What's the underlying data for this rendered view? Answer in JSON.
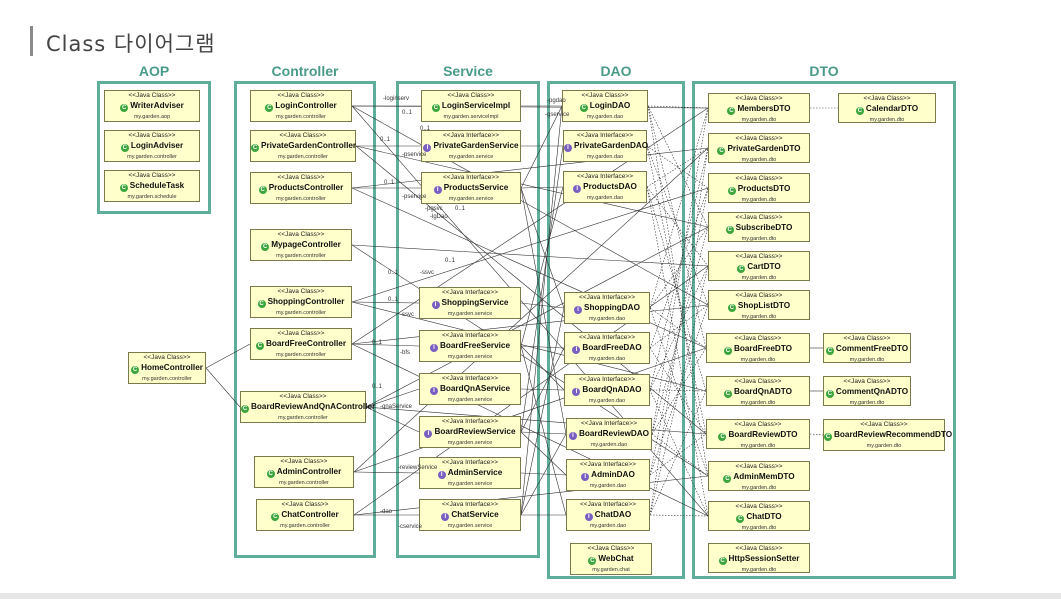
{
  "title": "Class 다이어그램",
  "packages": {
    "aop": "AOP",
    "controller": "Controller",
    "service": "Service",
    "dao": "DAO",
    "dto": "DTO"
  },
  "colors": {
    "package_border": "#5fae9b",
    "class_fill": "#ffffcc",
    "class_icon": "#3ca53c",
    "interface_icon": "#7a5fc0"
  },
  "classes": [
    {
      "id": "writeradviser",
      "stereotype": "<<Java Class>>",
      "kind": "class",
      "name": "WriterAdviser",
      "package": "my.garden.aop"
    },
    {
      "id": "loginadviser",
      "stereotype": "<<Java Class>>",
      "kind": "class",
      "name": "LoginAdviser",
      "package": "my.garden.controller"
    },
    {
      "id": "scheduletask",
      "stereotype": "<<Java Class>>",
      "kind": "class",
      "name": "ScheduleTask",
      "package": "my.garden.schedule"
    },
    {
      "id": "logincontroller",
      "stereotype": "<<Java Class>>",
      "kind": "class",
      "name": "LoginController",
      "package": "my.garden.controller"
    },
    {
      "id": "privategardencontroller",
      "stereotype": "<<Java Class>>",
      "kind": "class",
      "name": "PrivateGardenController",
      "package": "my.garden.controller"
    },
    {
      "id": "productscontroller",
      "stereotype": "<<Java Class>>",
      "kind": "class",
      "name": "ProductsController",
      "package": "my.garden.controller"
    },
    {
      "id": "mypagecontroller",
      "stereotype": "<<Java Class>>",
      "kind": "class",
      "name": "MypageController",
      "package": "my.garden.controller"
    },
    {
      "id": "shoppingcontroller",
      "stereotype": "<<Java Class>>",
      "kind": "class",
      "name": "ShoppingController",
      "package": "my.garden.controller"
    },
    {
      "id": "boardfreecontroller",
      "stereotype": "<<Java Class>>",
      "kind": "class",
      "name": "BoardFreeController",
      "package": "my.garden.controller"
    },
    {
      "id": "homecontroller",
      "stereotype": "<<Java Class>>",
      "kind": "class",
      "name": "HomeController",
      "package": "my.garden.controller"
    },
    {
      "id": "boardreviewandqnacontroller",
      "stereotype": "<<Java Class>>",
      "kind": "class",
      "name": "BoardReviewAndQnAController",
      "package": "my.garden.controller"
    },
    {
      "id": "admincontroller",
      "stereotype": "<<Java Class>>",
      "kind": "class",
      "name": "AdminController",
      "package": "my.garden.controller"
    },
    {
      "id": "chatcontroller",
      "stereotype": "<<Java Class>>",
      "kind": "class",
      "name": "ChatController",
      "package": "my.garden.controller"
    },
    {
      "id": "loginserviceimpl",
      "stereotype": "<<Java Class>>",
      "kind": "class",
      "name": "LoginServiceImpl",
      "package": "my.garden.serviceImpl"
    },
    {
      "id": "privategardenservice",
      "stereotype": "<<Java Interface>>",
      "kind": "interface",
      "name": "PrivateGardenService",
      "package": "my.garden.service"
    },
    {
      "id": "productsservice",
      "stereotype": "<<Java Interface>>",
      "kind": "interface",
      "name": "ProductsService",
      "package": "my.garden.service"
    },
    {
      "id": "shoppingservice",
      "stereotype": "<<Java Interface>>",
      "kind": "interface",
      "name": "ShoppingService",
      "package": "my.garden.service"
    },
    {
      "id": "boardfreeservice",
      "stereotype": "<<Java Interface>>",
      "kind": "interface",
      "name": "BoardFreeService",
      "package": "my.garden.service"
    },
    {
      "id": "boardqnaservice",
      "stereotype": "<<Java Interface>>",
      "kind": "interface",
      "name": "BoardQnAService",
      "package": "my.garden.service"
    },
    {
      "id": "boardreviewservice",
      "stereotype": "<<Java Interface>>",
      "kind": "interface",
      "name": "BoardReviewService",
      "package": "my.garden.service"
    },
    {
      "id": "adminservice",
      "stereotype": "<<Java Interface>>",
      "kind": "interface",
      "name": "AdminService",
      "package": "my.garden.service"
    },
    {
      "id": "chatservice",
      "stereotype": "<<Java Interface>>",
      "kind": "interface",
      "name": "ChatService",
      "package": "my.garden.service"
    },
    {
      "id": "logindao",
      "stereotype": "<<Java Class>>",
      "kind": "class",
      "name": "LoginDAO",
      "package": "my.garden.dao"
    },
    {
      "id": "privategardendao",
      "stereotype": "<<Java Interface>>",
      "kind": "interface",
      "name": "PrivateGardenDAO",
      "package": "my.garden.dao"
    },
    {
      "id": "productsdao",
      "stereotype": "<<Java Interface>>",
      "kind": "interface",
      "name": "ProductsDAO",
      "package": "my.garden.dao"
    },
    {
      "id": "shoppingdao",
      "stereotype": "<<Java Interface>>",
      "kind": "interface",
      "name": "ShoppingDAO",
      "package": "my.garden.dao"
    },
    {
      "id": "boardfreedao",
      "stereotype": "<<Java Interface>>",
      "kind": "interface",
      "name": "BoardFreeDAO",
      "package": "my.garden.dao"
    },
    {
      "id": "boardqnadao",
      "stereotype": "<<Java Interface>>",
      "kind": "interface",
      "name": "BoardQnADAO",
      "package": "my.garden.dao"
    },
    {
      "id": "boardreviewdao",
      "stereotype": "<<Java Interface>>",
      "kind": "interface",
      "name": "BoardReviewDAO",
      "package": "my.garden.dao"
    },
    {
      "id": "admindao",
      "stereotype": "<<Java Interface>>",
      "kind": "interface",
      "name": "AdminDAO",
      "package": "my.garden.dao"
    },
    {
      "id": "chatdao",
      "stereotype": "<<Java Interface>>",
      "kind": "interface",
      "name": "ChatDAO",
      "package": "my.garden.dao"
    },
    {
      "id": "webchat",
      "stereotype": "<<Java Class>>",
      "kind": "class",
      "name": "WebChat",
      "package": "my.garden.chat"
    },
    {
      "id": "membersdto",
      "stereotype": "<<Java Class>>",
      "kind": "class",
      "name": "MembersDTO",
      "package": "my.garden.dto"
    },
    {
      "id": "calendardto",
      "stereotype": "<<Java Class>>",
      "kind": "class",
      "name": "CalendarDTO",
      "package": "my.garden.dto"
    },
    {
      "id": "privategardendto",
      "stereotype": "<<Java Class>>",
      "kind": "class",
      "name": "PrivateGardenDTO",
      "package": "my.garden.dto"
    },
    {
      "id": "productsdto",
      "stereotype": "<<Java Class>>",
      "kind": "class",
      "name": "ProductsDTO",
      "package": "my.garden.dto"
    },
    {
      "id": "subscribedto",
      "stereotype": "<<Java Class>>",
      "kind": "class",
      "name": "SubscribeDTO",
      "package": "my.garden.dto"
    },
    {
      "id": "cartdto",
      "stereotype": "<<Java Class>>",
      "kind": "class",
      "name": "CartDTO",
      "package": "my.garden.dto"
    },
    {
      "id": "shoplistdto",
      "stereotype": "<<Java Class>>",
      "kind": "class",
      "name": "ShopListDTO",
      "package": "my.garden.dto"
    },
    {
      "id": "boardfreedto",
      "stereotype": "<<Java Class>>",
      "kind": "class",
      "name": "BoardFreeDTO",
      "package": "my.garden.dto"
    },
    {
      "id": "commentfreedto",
      "stereotype": "<<Java Class>>",
      "kind": "class",
      "name": "CommentFreeDTO",
      "package": "my.garden.dto"
    },
    {
      "id": "boardqnadto",
      "stereotype": "<<Java Class>>",
      "kind": "class",
      "name": "BoardQnADTO",
      "package": "my.garden.dto"
    },
    {
      "id": "commentqnadto",
      "stereotype": "<<Java Class>>",
      "kind": "class",
      "name": "CommentQnADTO",
      "package": "my.garden.dto"
    },
    {
      "id": "boardreviewdto",
      "stereotype": "<<Java Class>>",
      "kind": "class",
      "name": "BoardReviewDTO",
      "package": "my.garden.dto"
    },
    {
      "id": "boardreviewrecommenddto",
      "stereotype": "<<Java Class>>",
      "kind": "class",
      "name": "BoardReviewRecommendDTO",
      "package": "my.garden.dto"
    },
    {
      "id": "adminmemdto",
      "stereotype": "<<Java Class>>",
      "kind": "class",
      "name": "AdminMemDTO",
      "package": "my.garden.dto"
    },
    {
      "id": "chatdto",
      "stereotype": "<<Java Class>>",
      "kind": "class",
      "name": "ChatDTO",
      "package": "my.garden.dto"
    },
    {
      "id": "httpsessionsetter",
      "stereotype": "<<Java Class>>",
      "kind": "class",
      "name": "HttpSessionSetter",
      "package": "my.garden.dto"
    }
  ],
  "edges": [
    {
      "from": "logincontroller",
      "to": "loginserviceimpl",
      "label": "-loginserv",
      "mult": "0..1"
    },
    {
      "from": "loginserviceimpl",
      "to": "logindao",
      "label": "-lgDao",
      "mult": "0..1"
    },
    {
      "from": "privategardencontroller",
      "to": "privategardenservice",
      "label": "-gservice",
      "mult": "0..1"
    },
    {
      "from": "productscontroller",
      "to": "productsservice",
      "label": "-pservice",
      "mult": "0..1"
    },
    {
      "from": "shoppingcontroller",
      "to": "shoppingservice",
      "label": "-ssvc",
      "mult": "0..1"
    },
    {
      "from": "boardfreecontroller",
      "to": "boardfreeservice",
      "label": "-bfs",
      "mult": "0..1"
    },
    {
      "from": "boardreviewandqnacontroller",
      "to": "boardqnaservice",
      "label": "-qnaService",
      "mult": "0..1"
    },
    {
      "from": "boardreviewandqnacontroller",
      "to": "boardreviewservice",
      "label": "-reviewService",
      "mult": "0..1"
    },
    {
      "from": "admincontroller",
      "to": "adminservice",
      "label": "-dao",
      "mult": "0..1"
    },
    {
      "from": "chatcontroller",
      "to": "chatservice",
      "label": "-cservice",
      "mult": "0..1"
    },
    {
      "from": "homecontroller",
      "to": "boardfreecontroller",
      "label": "",
      "mult": ""
    },
    {
      "from": "homecontroller",
      "to": "boardreviewandqnacontroller",
      "label": "",
      "mult": ""
    },
    {
      "from": "privategardenservice",
      "to": "privategardendao",
      "label": "-pgdao",
      "mult": "0..1"
    },
    {
      "from": "productsservice",
      "to": "productsdao",
      "label": "",
      "mult": ""
    },
    {
      "from": "shoppingservice",
      "to": "shoppingdao",
      "label": "",
      "mult": ""
    },
    {
      "from": "boardfreeservice",
      "to": "boardfreedao",
      "label": "",
      "mult": ""
    },
    {
      "from": "boardqnaservice",
      "to": "boardqnadao",
      "label": "",
      "mult": ""
    },
    {
      "from": "boardreviewservice",
      "to": "boardreviewdao",
      "label": "",
      "mult": ""
    },
    {
      "from": "adminservice",
      "to": "admindao",
      "label": "",
      "mult": ""
    },
    {
      "from": "chatservice",
      "to": "chatdao",
      "label": "",
      "mult": ""
    }
  ],
  "extra_labels": [
    "-loginserv",
    "0..1",
    "-pgdao",
    "-gservice",
    "0..1",
    "-pservice",
    "0..1",
    "-pservice",
    "-pgsvc",
    "0..1",
    "0..1",
    "-ssvc",
    "0..1",
    "-ssvc",
    "0..1",
    "-bfs",
    "0..1",
    "-qnaService",
    "-reviewService",
    "-dao",
    "-cservice",
    "0..1",
    "-lgDao",
    "0..1"
  ]
}
